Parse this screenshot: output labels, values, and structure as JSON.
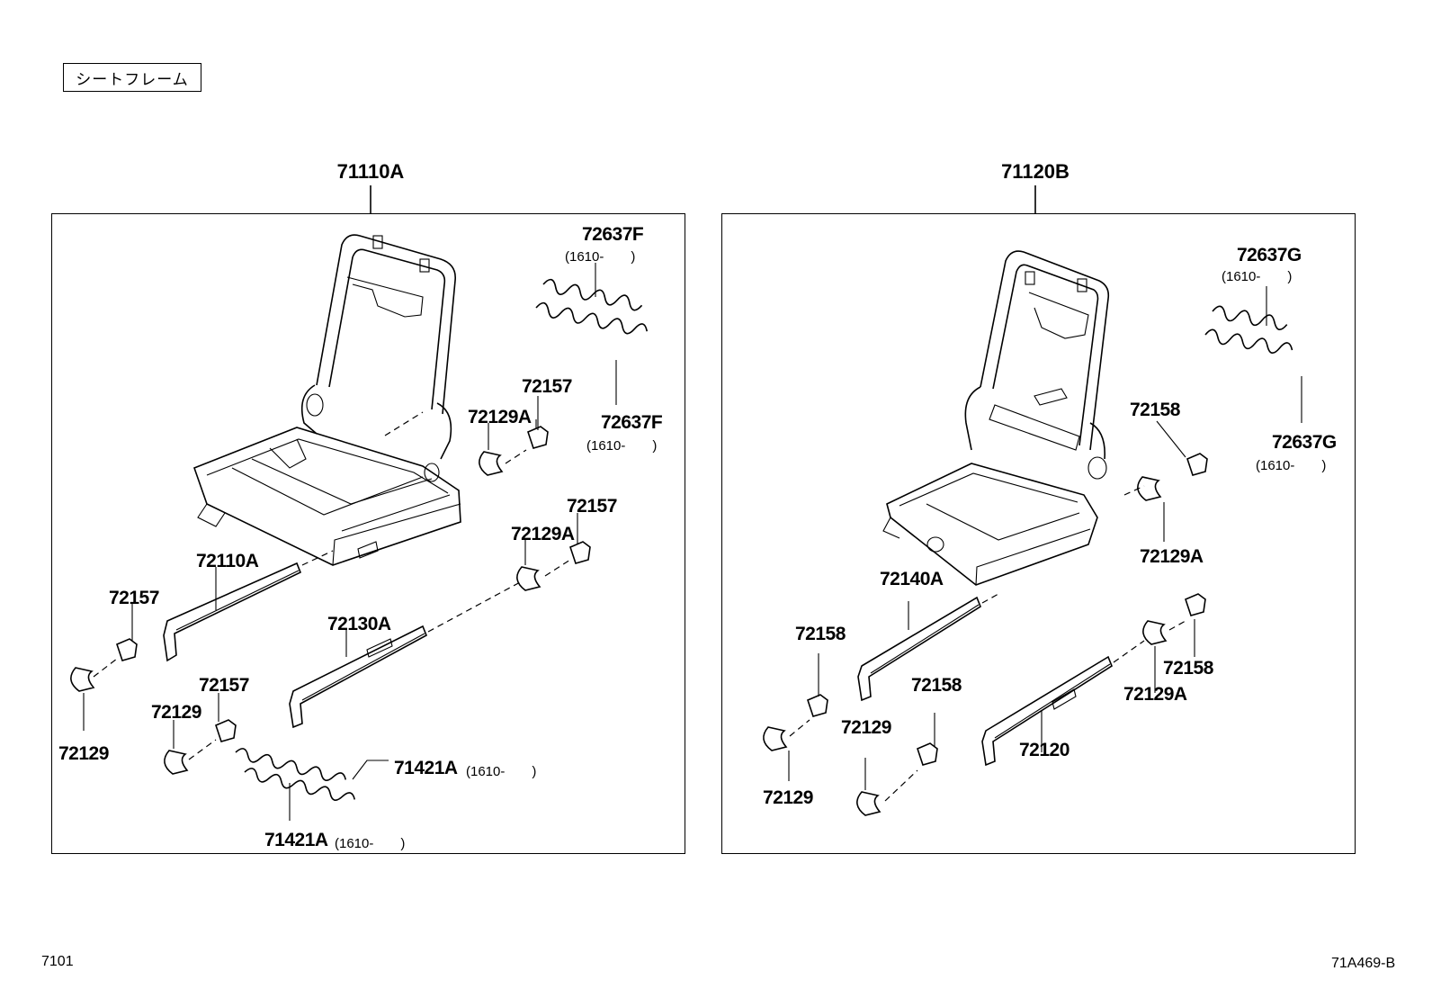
{
  "header": {
    "title": "シートフレーム"
  },
  "groups": [
    {
      "label": "71110A"
    },
    {
      "label": "71120B"
    }
  ],
  "parts": {
    "p72637F_top": "72637F",
    "p72637F_top_note": "(1610-　　)",
    "p72637F_bot": "72637F",
    "p72637F_bot_note": "(1610-　　)",
    "p72157_a": "72157",
    "p72129A_a": "72129A",
    "p72157_b": "72157",
    "p72129A_b": "72129A",
    "p72110A": "72110A",
    "p72157_c": "72157",
    "p72130A": "72130A",
    "p72157_d": "72157",
    "p72129_a": "72129",
    "p72129_b": "72129",
    "p71421A_a": "71421A",
    "p71421A_a_note": "(1610-　　)",
    "p71421A_b": "71421A",
    "p71421A_b_note": "(1610-　　)",
    "p72637G_top": "72637G",
    "p72637G_top_note": "(1610-　　)",
    "p72637G_bot": "72637G",
    "p72637G_bot_note": "(1610-　　)",
    "p72158_a": "72158",
    "p72129A_c": "72129A",
    "p72140A": "72140A",
    "p72158_b": "72158",
    "p72158_c": "72158",
    "p72158_d": "72158",
    "p72129A_d": "72129A",
    "p72129_c": "72129",
    "p72120": "72120",
    "p72129_d": "72129"
  },
  "footer": {
    "left": "7101",
    "right": "71A469-B"
  }
}
